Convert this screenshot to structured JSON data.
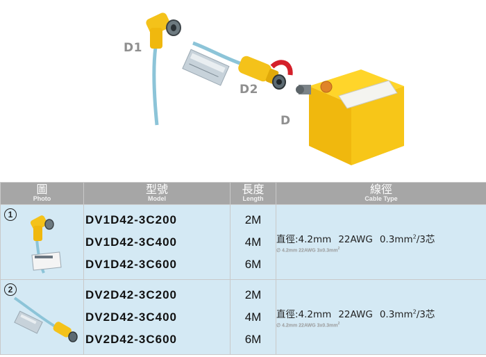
{
  "illustration": {
    "callouts": {
      "d1": "D1",
      "d2": "D2",
      "d": "D"
    }
  },
  "table": {
    "headers": {
      "photo": {
        "main": "圖",
        "sub": "Photo"
      },
      "model": {
        "main": "型號",
        "sub": "Model"
      },
      "length": {
        "main": "長度",
        "sub": "Length"
      },
      "cable": {
        "main": "線徑",
        "sub": "Cable Type"
      }
    },
    "groups": [
      {
        "number": "1",
        "models": [
          "DV1D42-3C200",
          "DV1D42-3C400",
          "DV1D42-3C600"
        ],
        "lengths": [
          "2M",
          "4M",
          "6M"
        ],
        "cable": {
          "diameter_label": "直徑:4.2mm",
          "awg": "22AWG",
          "cross_section": "0.3mm",
          "cores": "/3芯",
          "note": "∅ 4.2mm 22AWG 3x0.3mm",
          "exponent": "2"
        }
      },
      {
        "number": "2",
        "models": [
          "DV2D42-3C200",
          "DV2D42-3C400",
          "DV2D42-3C600"
        ],
        "lengths": [
          "2M",
          "4M",
          "6M"
        ],
        "cable": {
          "diameter_label": "直徑:4.2mm",
          "awg": "22AWG",
          "cross_section": "0.3mm",
          "cores": "/3芯",
          "note": "∅ 4.2mm 22AWG 3x0.3mm",
          "exponent": "2"
        }
      }
    ]
  },
  "colors": {
    "header_bg": "#a6a6a6",
    "row_bg": "#d4e9f4",
    "sensor_yellow": "#f6c415",
    "cable_blue": "#8cc4d8"
  }
}
